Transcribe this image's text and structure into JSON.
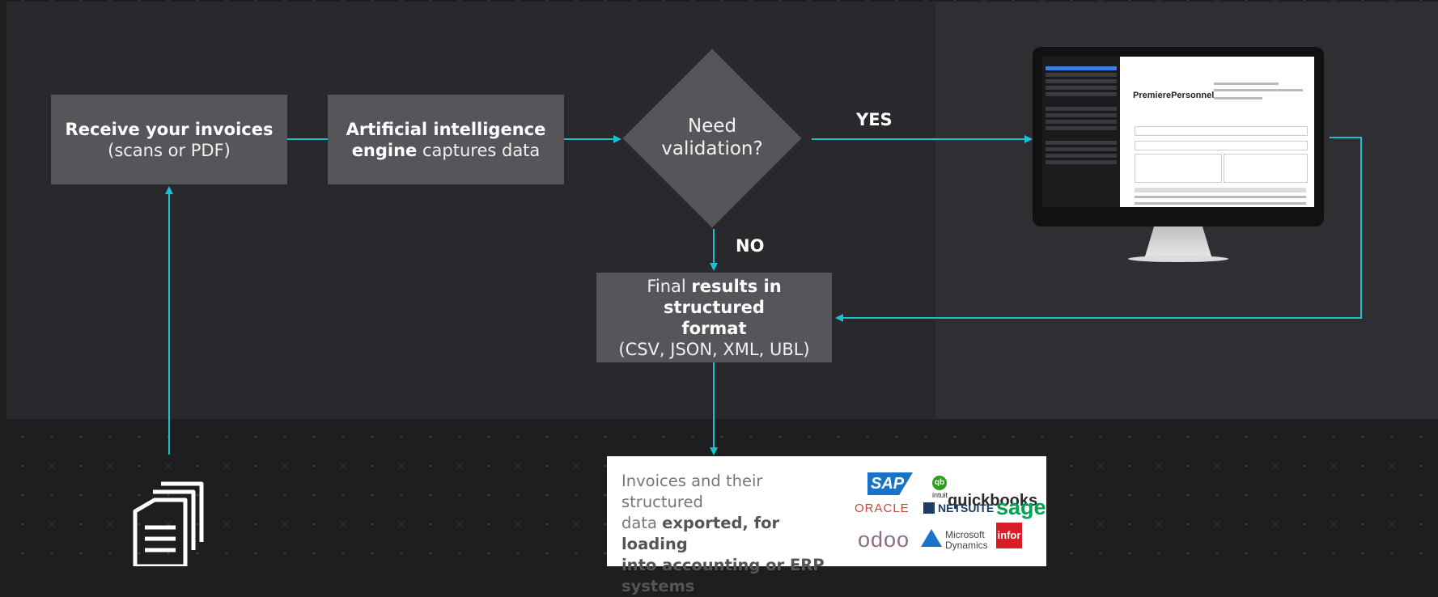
{
  "steps": {
    "receive": {
      "title": "Receive your invoices",
      "subtitle": "(scans or PDF)"
    },
    "ai": {
      "title_bold": "Artificial intelligence",
      "title_bold2": "engine",
      "rest": " captures data"
    },
    "decision": {
      "line1": "Need",
      "line2": "validation?"
    },
    "results": {
      "prefix": "Final ",
      "bold1": "results in structured",
      "bold2": "format",
      "formats": "(CSV, JSON, XML, UBL)"
    }
  },
  "labels": {
    "yes": "YES",
    "no": "NO"
  },
  "export": {
    "line1": "Invoices and their structured",
    "line2_plain": "data ",
    "line2_bold": "exported, for loading",
    "line3_bold": "into accounting or ERP",
    "line4_bold": "systems"
  },
  "logos": {
    "sap": "SAP",
    "quickbooks_small": "intuit",
    "quickbooks": "quickbooks",
    "oracle": "ORACLE",
    "netsuite": "NETSUITE",
    "sage": "sage",
    "odoo": "odoo",
    "msdyn_line1": "Microsoft",
    "msdyn_line2": "Dynamics",
    "infor": "infor"
  },
  "monitor": {
    "company_logo": "PremierePersonnel",
    "sidebar_title": "Invoice Information"
  },
  "colors": {
    "arrow": "#17c3cf",
    "box": "#56555a",
    "panel": "#29282c",
    "background": "#1e1d20"
  },
  "icons": {
    "documents": "documents-icon",
    "monitor": "monitor-icon"
  }
}
